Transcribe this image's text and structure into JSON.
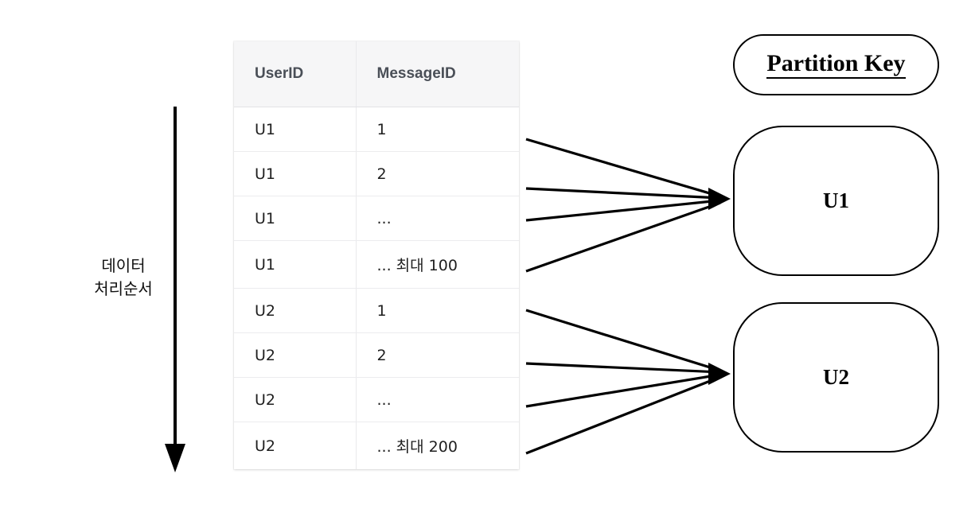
{
  "flow": {
    "label": "데이터\n처리순서",
    "direction": "downward",
    "arrow_icon": "down-arrow-icon"
  },
  "table": {
    "columns": [
      "UserID",
      "MessageID"
    ],
    "rows": [
      [
        "U1",
        "1"
      ],
      [
        "U1",
        "2"
      ],
      [
        "U1",
        "..."
      ],
      [
        "U1",
        "... 최대 100"
      ],
      [
        "U2",
        "1"
      ],
      [
        "U2",
        "2"
      ],
      [
        "U2",
        "..."
      ],
      [
        "U2",
        "... 최대 200"
      ]
    ]
  },
  "legend": {
    "partition_key_label": "Partition Key"
  },
  "partitions": [
    {
      "label": "U1",
      "source_row_indices": [
        0,
        1,
        2,
        3
      ]
    },
    {
      "label": "U2",
      "source_row_indices": [
        4,
        5,
        6,
        7
      ]
    }
  ],
  "colors": {
    "stroke": "#000000",
    "table_header_bg": "#f6f6f7",
    "table_header_text": "#4a4f57",
    "table_body_text": "#1f1f1f",
    "table_border": "#e9e9ec",
    "page_bg": "#ffffff"
  }
}
